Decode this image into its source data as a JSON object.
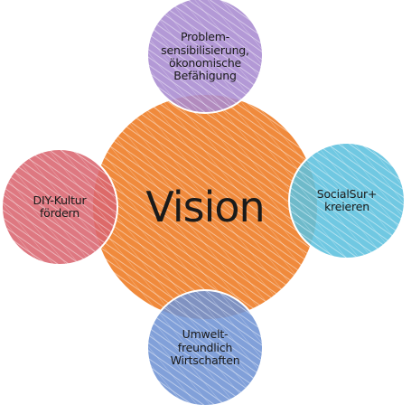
{
  "center": {
    "label": "Vision",
    "color": "#f08a3c"
  },
  "satellites": [
    {
      "id": "top",
      "label": "Problem-\nsensibilisierung,\nökonomische\nBefähigung",
      "color": "#a98bd0"
    },
    {
      "id": "left",
      "label": "DIY-Kultur\nfördern",
      "color": "#d9656f"
    },
    {
      "id": "right",
      "label": "SocialSur+\nkreieren",
      "color": "#5cc0de"
    },
    {
      "id": "bottom",
      "label": "Umwelt-\nfreundlich\nWirtschaften",
      "color": "#6f93d4"
    }
  ]
}
